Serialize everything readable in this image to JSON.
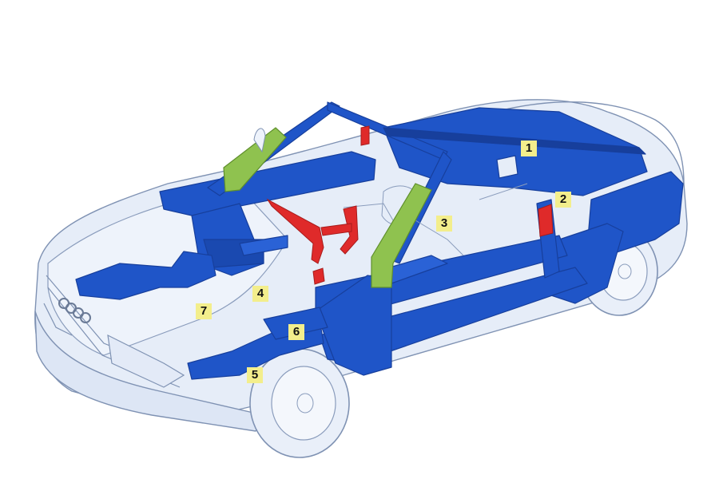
{
  "markers": [
    {
      "id": "marker-1",
      "text": "1"
    },
    {
      "id": "marker-2",
      "text": "2"
    },
    {
      "id": "marker-3",
      "text": "3"
    },
    {
      "id": "marker-4",
      "text": "4"
    },
    {
      "id": "marker-5",
      "text": "5"
    },
    {
      "id": "marker-6",
      "text": "6"
    },
    {
      "id": "marker-7",
      "text": "7"
    }
  ],
  "colors": {
    "body_shell": "#dfe8f7",
    "body_outline": "#7f92b3",
    "frame_blue": "#1f55c8",
    "frame_dark": "#173f9c",
    "a_pillar_green": "#8fc24f",
    "seat_red": "#df2a2a",
    "label_yellow": "#f3ee8c"
  }
}
